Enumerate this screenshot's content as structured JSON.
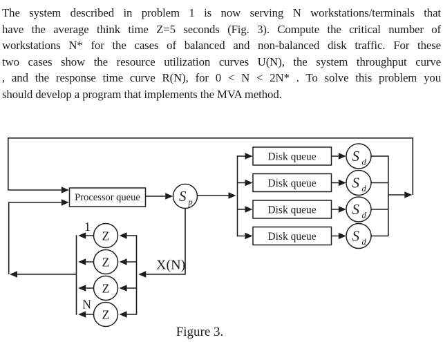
{
  "paragraph": {
    "lines": [
      "The system described in problem 1 is now serving N workstations/terminals that",
      "have the average think time Z=5 seconds (Fig. 3). Compute the critical number of",
      "workstations N* for the cases of balanced and non-balanced disk traffic. For these",
      "two cases show the resource utilization curves U(N), the system throughput curve",
      ", and the response time curve R(N), for 0 < N < 2N* . To solve this problem you",
      "should develop a program that implements the MVA method."
    ]
  },
  "figure": {
    "caption": "Figure 3.",
    "ink_color": "#1d1d1d",
    "background_color": "#ffffff",
    "processor_queue": {
      "label": "Processor queue"
    },
    "processor_service": {
      "main": "S",
      "sub": "p"
    },
    "disk_queues": [
      {
        "label": "Disk queue"
      },
      {
        "label": "Disk queue"
      },
      {
        "label": "Disk queue"
      },
      {
        "label": "Disk queue"
      }
    ],
    "disk_services": [
      {
        "main": "S",
        "sub": "d"
      },
      {
        "main": "S",
        "sub": "d"
      },
      {
        "main": "S",
        "sub": "d"
      },
      {
        "main": "S",
        "sub": "d"
      }
    ],
    "terminals": [
      {
        "label": "Z"
      },
      {
        "label": "Z"
      },
      {
        "label": "Z"
      },
      {
        "label": "Z"
      }
    ],
    "terminal_first_index": "1",
    "terminal_last_index": "N",
    "throughput_label": "X(N)"
  }
}
